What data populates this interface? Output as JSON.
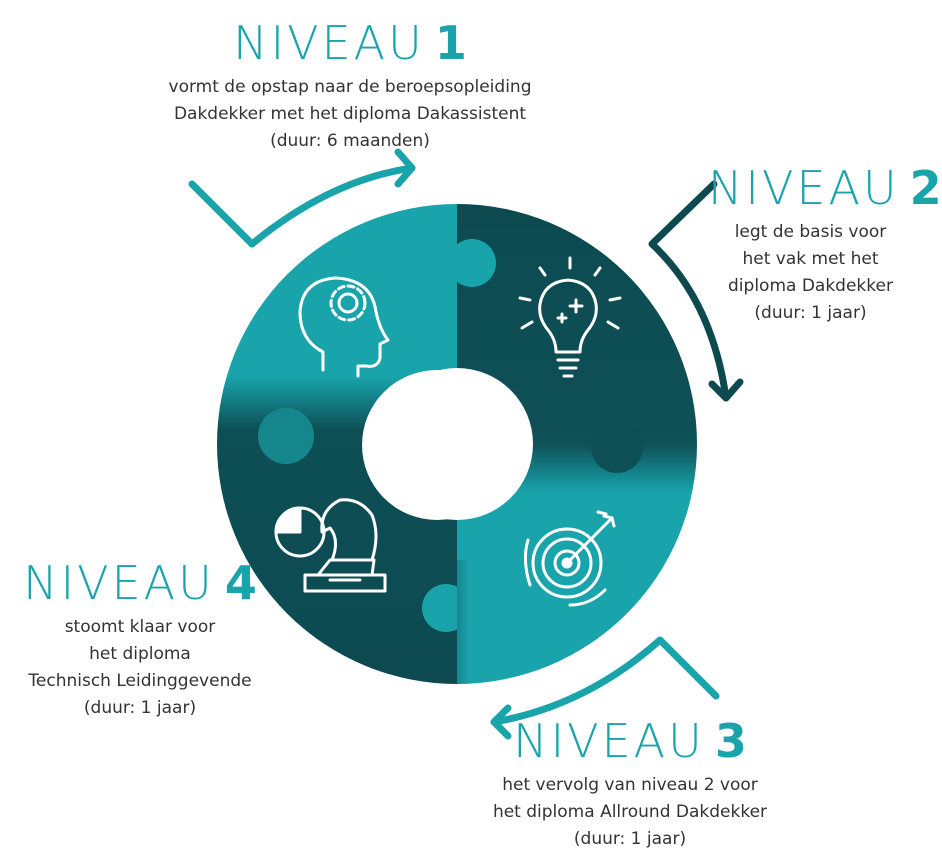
{
  "colors": {
    "teal": "#19a3ab",
    "dark_teal": "#0c4a50"
  },
  "levels": [
    {
      "word": "NIVEAU",
      "number": "1",
      "lines": [
        "vormt de opstap naar de beroepsopleiding",
        "Dakdekker met het diploma Dakassistent",
        "(duur: 6 maanden)"
      ],
      "icon": "head-gear-icon"
    },
    {
      "word": "NIVEAU",
      "number": "2",
      "lines": [
        "legt de basis voor",
        "het vak met het",
        "diploma Dakdekker",
        "(duur: 1 jaar)"
      ],
      "icon": "lightbulb-icon"
    },
    {
      "word": "NIVEAU",
      "number": "3",
      "lines": [
        "het vervolg van niveau 2 voor",
        "het diploma Allround Dakdekker",
        "(duur: 1 jaar)"
      ],
      "icon": "target-arrow-icon"
    },
    {
      "word": "NIVEAU",
      "number": "4",
      "lines": [
        "stoomt klaar voor",
        "het diploma",
        "Technisch Leidinggevende",
        "(duur: 1 jaar)"
      ],
      "icon": "chess-knight-icon"
    }
  ]
}
